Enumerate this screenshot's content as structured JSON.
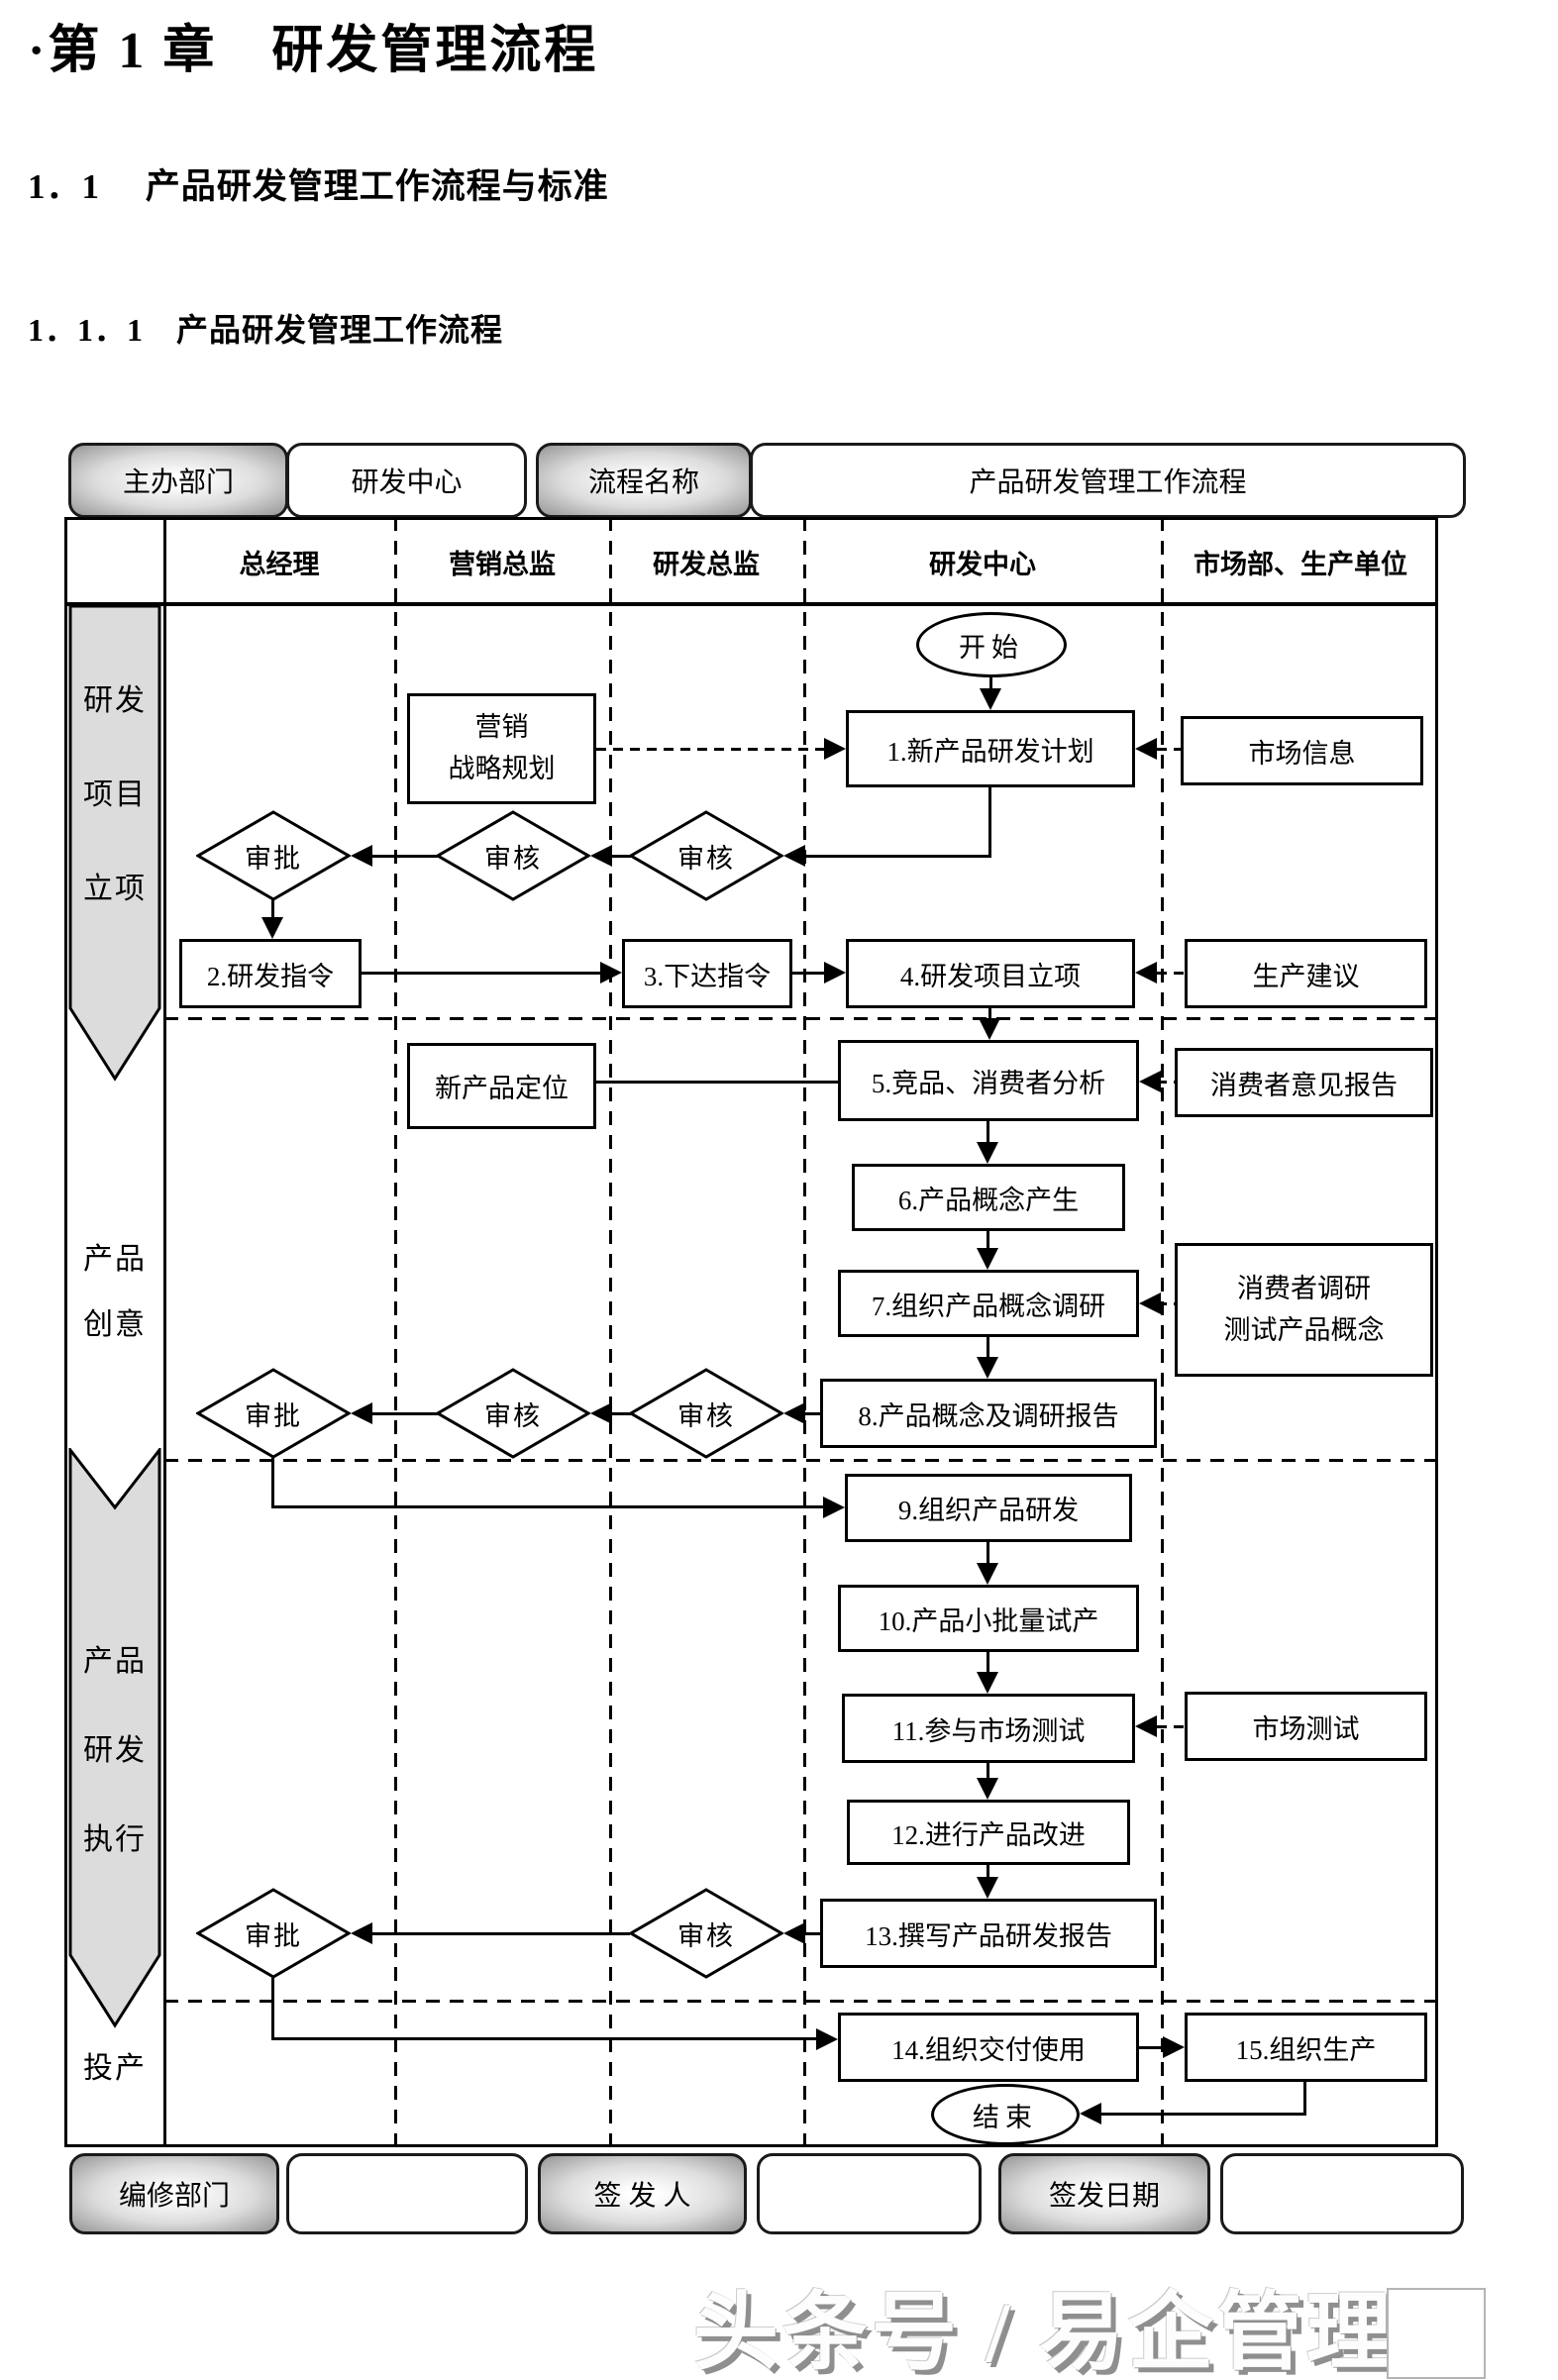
{
  "titles": {
    "h1": "·第 1 章　研发管理流程",
    "h2": "1．1　 产品研发管理工作流程与标准",
    "h3": "1．1．1　产品研发管理工作流程"
  },
  "header_bar": {
    "host_dept_label": "主办部门",
    "host_dept_value": "研发中心",
    "flow_name_label": "流程名称",
    "flow_name_value": "产品研发管理工作流程"
  },
  "columns": [
    "总经理",
    "营销总监",
    "研发总监",
    "研发中心",
    "市场部、生产单位"
  ],
  "sidebar": {
    "sections": [
      {
        "name": "研发项目立项",
        "lines": [
          "研发",
          "项目",
          "立项"
        ]
      },
      {
        "name": "产品创意",
        "lines": [
          "产品",
          "创意"
        ]
      },
      {
        "name": "产品研发执行",
        "lines": [
          "产品",
          "研发",
          "执行"
        ]
      },
      {
        "name": "投产",
        "lines": [
          "投产"
        ]
      }
    ]
  },
  "flow": {
    "terminals": {
      "start": "开始",
      "end": "结束"
    },
    "steps": {
      "p1": "1.新产品研发计划",
      "p2": "2.研发指令",
      "p3": "3.下达指令",
      "p4": "4.研发项目立项",
      "p5": "5.竞品、消费者分析",
      "p6": "6.产品概念产生",
      "p7": "7.组织产品概念调研",
      "p8": "8.产品概念及调研报告",
      "p9": "9.组织产品研发",
      "p10": "10.产品小批量试产",
      "p11": "11.参与市场测试",
      "p12": "12.进行产品改进",
      "p13": "13.撰写产品研发报告",
      "p14": "14.组织交付使用",
      "p15": "15.组织生产"
    },
    "inputs": {
      "marketing_strategy_line1": "营销",
      "marketing_strategy_line2": "战略规划",
      "new_product_positioning": "新产品定位",
      "market_info": "市场信息",
      "production_advice": "生产建议",
      "consumer_opinion_report": "消费者意见报告",
      "consumer_research_line1": "消费者调研",
      "consumer_research_line2": "测试产品概念",
      "market_test": "市场测试"
    },
    "decisions": {
      "d1": "审批",
      "d2": "审核",
      "d3": "审核",
      "d4": "审批",
      "d5": "审核",
      "d6": "审核",
      "d7": "审批",
      "d8": "审核"
    }
  },
  "footer_bar": {
    "edit_dept_label": "编修部门",
    "edit_dept_value": "",
    "issuer_label": "签 发 人",
    "issuer_value": "",
    "issue_date_label": "签发日期",
    "issue_date_value": ""
  },
  "watermark": "头条号 / 易企管理"
}
